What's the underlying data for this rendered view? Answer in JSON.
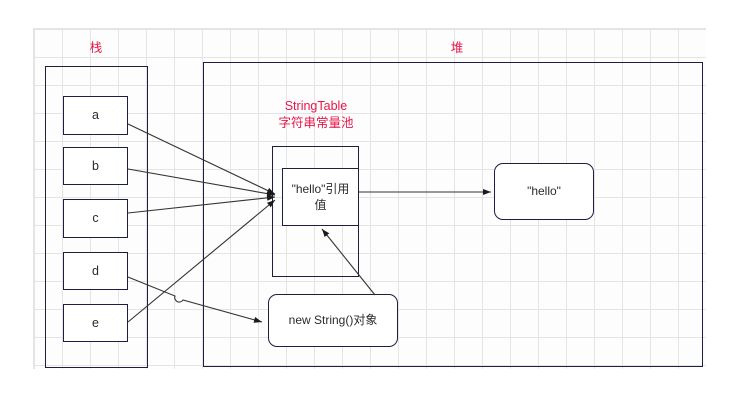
{
  "diagram": {
    "title_labels": {
      "stack": "栈",
      "heap": "堆"
    },
    "stringtable_label": {
      "line1": "StringTable",
      "line2": "字符串常量池"
    },
    "stack_variables": [
      {
        "name": "a"
      },
      {
        "name": "b"
      },
      {
        "name": "c"
      },
      {
        "name": "d"
      },
      {
        "name": "e"
      }
    ],
    "heap_nodes": {
      "pool_entry": "\"hello\"引用值",
      "hello_object": "\"hello\"",
      "new_string_object": "new String()对象"
    },
    "colors": {
      "label_red": "#e8174b",
      "shape_border": "#1c1f40",
      "arrow": "#333333",
      "grid_line": "#e4e4e4",
      "text": "#2b2b2b",
      "background": "#ffffff"
    },
    "edges": [
      {
        "from": "a",
        "to": "pool_entry"
      },
      {
        "from": "b",
        "to": "pool_entry"
      },
      {
        "from": "c",
        "to": "pool_entry"
      },
      {
        "from": "d",
        "to": "new_string_object"
      },
      {
        "from": "e",
        "to": "pool_entry"
      },
      {
        "from": "pool_entry",
        "to": "hello_object"
      },
      {
        "from": "new_string_object",
        "to": "pool_entry"
      }
    ]
  }
}
